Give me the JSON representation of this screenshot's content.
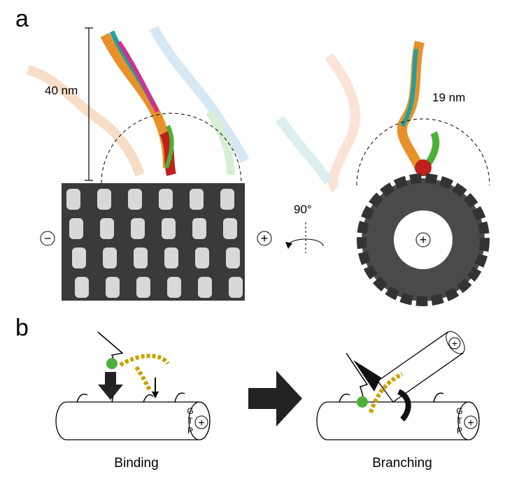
{
  "panel_a": {
    "label": "a",
    "scale_height": "40 nm",
    "scale_radius": "19 nm",
    "rotation": "90°",
    "minus_end": "−",
    "plus_end": "+",
    "ring_plus": "+"
  },
  "panel_b": {
    "label": "b",
    "left_caption": "Binding",
    "right_caption": "Branching",
    "gtp_left": [
      "G",
      "T",
      "P"
    ],
    "gtp_right": [
      "G",
      "T",
      "P"
    ],
    "plus_left": "+",
    "plus_right": "+",
    "plus_new": "+"
  },
  "colors": {
    "lattice_dark": "#3a3a3a",
    "lattice_light": "#d8d8d8",
    "gtp_cap": "#c9a200",
    "green_dot": "#4caf3a"
  }
}
